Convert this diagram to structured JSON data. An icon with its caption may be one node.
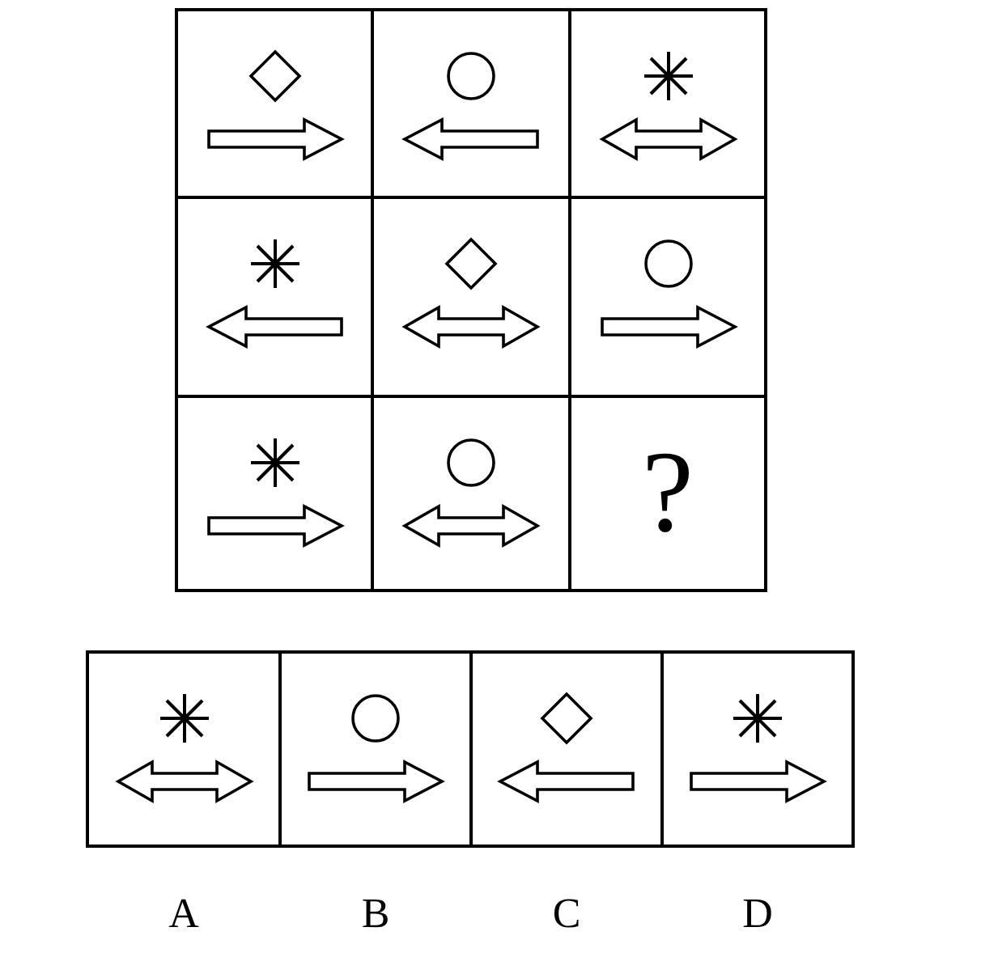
{
  "diagram": {
    "nodes": [
      {
        "text": [],
        "shape": "box"
      },
      {
        "text": [],
        "shape": "box"
      },
      {
        "text": [],
        "shape": "box"
      },
      {
        "text": [],
        "shape": "box"
      },
      {
        "text": [],
        "shape": "box"
      },
      {
        "text": [],
        "shape": "box"
      },
      {
        "text": [],
        "shape": "box"
      },
      {
        "text": [],
        "shape": "box"
      },
      {
        "text": [
          "?"
        ]
      },
      {
        "text": [],
        "shape": "box",
        "beside": [
          "A"
        ]
      },
      {
        "text": [],
        "shape": "box",
        "beside": [
          "B"
        ]
      },
      {
        "text": [],
        "shape": "box",
        "beside": [
          "C"
        ]
      },
      {
        "text": [],
        "shape": "box",
        "beside": [
          "D"
        ]
      }
    ]
  }
}
